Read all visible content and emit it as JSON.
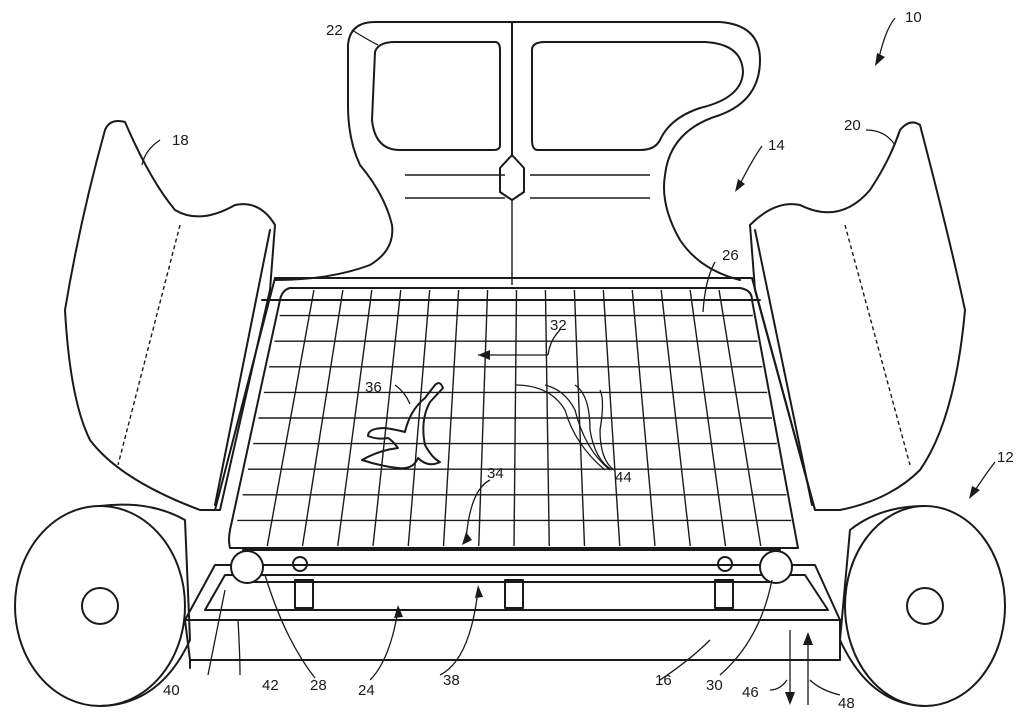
{
  "figure": {
    "labels": {
      "l10": "10",
      "l12": "12",
      "l14": "14",
      "l16": "16",
      "l18": "18",
      "l20": "20",
      "l22": "22",
      "l24": "24",
      "l26": "26",
      "l28": "28",
      "l30": "30",
      "l32": "32",
      "l34": "34",
      "l36": "36",
      "l38": "38",
      "l40": "40",
      "l42": "42",
      "l44": "44",
      "l46": "46",
      "l48": "48"
    }
  }
}
